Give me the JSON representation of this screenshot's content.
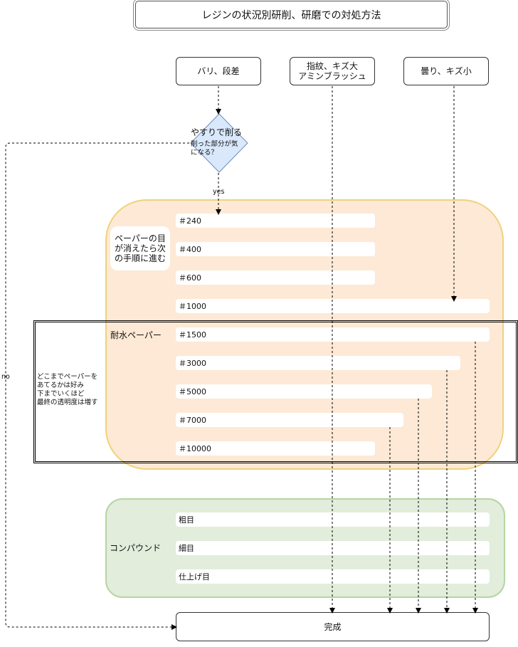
{
  "title": "レジンの状況別研削、研磨での対処方法",
  "inputs": {
    "bari": "バリ、段差",
    "fingerprint": "指紋、キズ大\nアミンブラッシュ",
    "cloud": "曇り、キズ小"
  },
  "decision": {
    "main": "やすりで削る",
    "sub": "削った部分が気\nになる？",
    "yes": "yes",
    "no": "no"
  },
  "paper_note": "ペーパーの目\nが消えたら次\nの手順に進む",
  "water_paper_label": "耐水ペーパー",
  "depth_note": "どこまでペーパーを\nあてるかは好み\n下までいくほど\n最終の透明度は増す",
  "grits": [
    "＃240",
    "＃400",
    "＃600",
    "＃1000",
    "＃1500",
    "＃3000",
    "＃5000",
    "＃7000",
    "＃10000"
  ],
  "compound_label": "コンパウンド",
  "compounds": [
    "粗目",
    "細目",
    "仕上げ目"
  ],
  "finish": "完成",
  "colors": {
    "paper_fill": "#fde9d5",
    "paper_border": "#f0d27a",
    "compound_fill": "#e2eddc",
    "compound_border": "#b5d5a2",
    "decision_fill": "#dae8fc",
    "decision_border": "#6c8ebf"
  }
}
